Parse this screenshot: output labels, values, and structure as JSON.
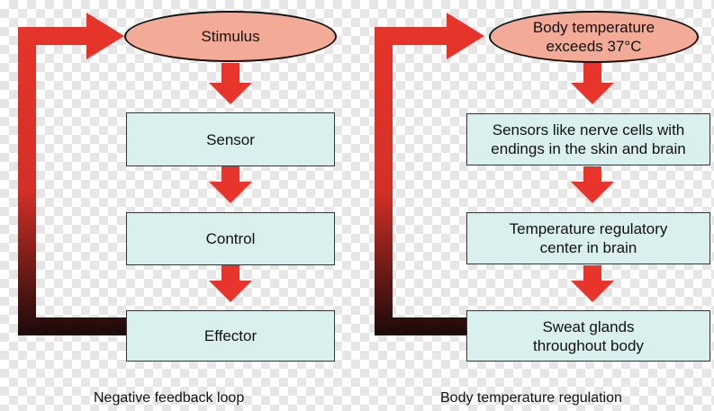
{
  "left_diagram": {
    "nodes": [
      "Stimulus",
      "Sensor",
      "Control",
      "Effector"
    ],
    "caption": "Negative feedback loop"
  },
  "right_diagram": {
    "nodes": [
      "Body temperature\nexceeds 37°C",
      "Sensors like nerve cells with\nendings in the skin and brain",
      "Temperature regulatory\ncenter in brain",
      "Sweat glands\nthroughout body"
    ],
    "caption": "Body temperature regulation"
  },
  "colors": {
    "arrow_red": "#e8352b",
    "feedback_dark": "#1a0a0a",
    "oval_fill": "#f3ab97",
    "box_fill": "#d9f0ee"
  }
}
